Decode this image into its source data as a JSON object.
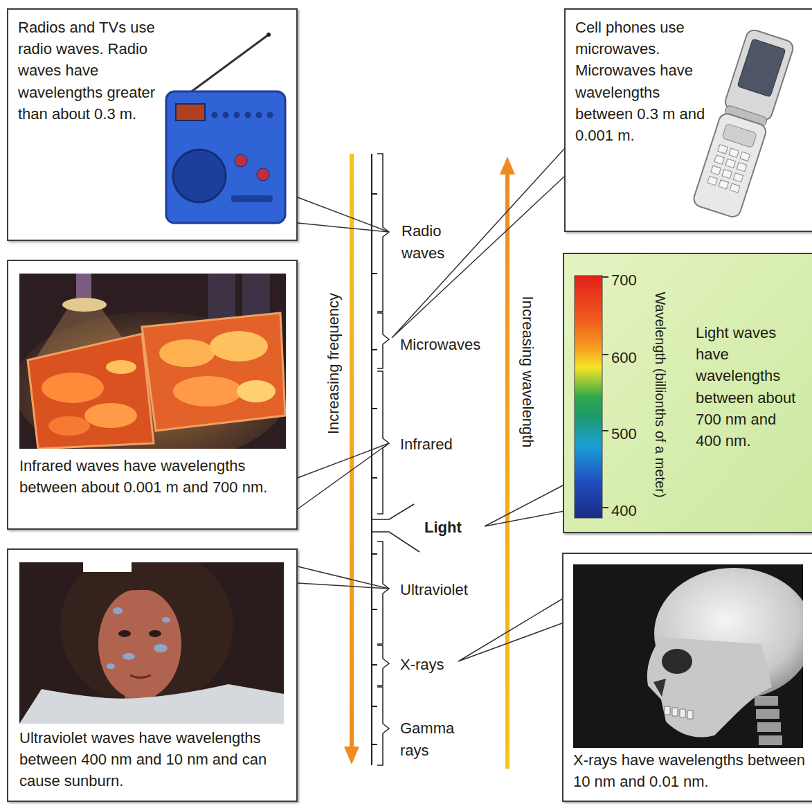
{
  "diagram": {
    "nodes": [
      {
        "text": [
          "Radios and TVs use radio waves. Radio waves have wavelengths greater than about 0.3 m."
        ]
      },
      {
        "text": [
          "Cell phones use microwaves. Microwaves have wavelengths between 0.3 m and 0.001 m."
        ]
      },
      {
        "text": [
          "Infrared waves have wavelengths between about 0.001 m and 700 nm."
        ]
      },
      {
        "text": [
          "700",
          "600",
          "500",
          "400",
          "Wavelength (billionths of a meter)",
          "Light waves have wavelengths between about 700 nm and 400 nm."
        ]
      },
      {
        "text": [
          "Ultraviolet waves have wavelengths between 400 nm and 10 nm and can cause sunburn."
        ]
      },
      {
        "text": [
          "X-rays have wavelengths between 10 nm and 0.01 nm."
        ]
      }
    ],
    "labels": [
      "Radio waves",
      "Microwaves",
      "Infrared",
      "Light",
      "Ultraviolet",
      "X-rays",
      "Gamma rays",
      "Increasing frequency",
      "Increasing wavelength"
    ]
  }
}
